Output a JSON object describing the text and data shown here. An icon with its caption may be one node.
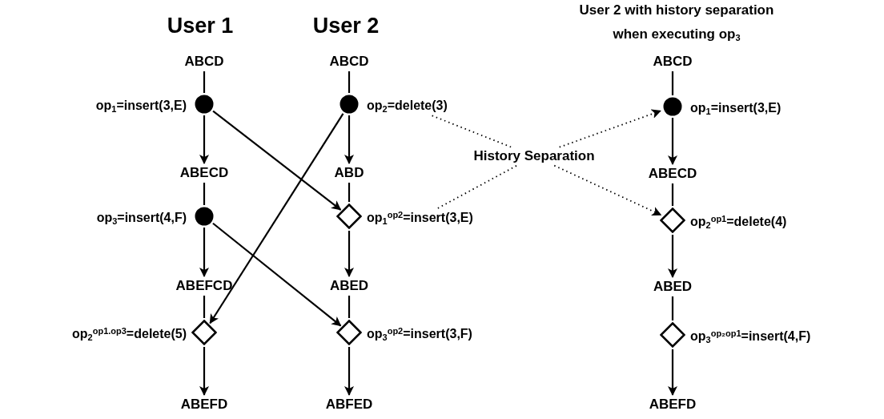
{
  "diagram": {
    "nodes": [
      {
        "text": [
          "ABCD"
        ]
      },
      {
        "text": [],
        "shape": "circle",
        "beside": [
          "op$_{1}$=insert(3,E)"
        ]
      },
      {
        "text": [
          "ABCD"
        ]
      },
      {
        "text": [],
        "shape": "circle",
        "beside": [
          "op$_{2}$=delete(3)"
        ]
      },
      {
        "text": [
          "ABCD"
        ]
      },
      {
        "text": [],
        "shape": "circle",
        "beside": [
          "op$_{1}$=insert(3,E)"
        ]
      },
      {
        "text": [
          "History Separation"
        ]
      },
      {
        "text": [
          "ABECD"
        ]
      },
      {
        "text": [
          "ABD"
        ]
      },
      {
        "text": [
          "ABECD"
        ]
      },
      {
        "text": [],
        "shape": "circle",
        "beside": [
          "op$_{3}$=insert(4,F)"
        ]
      },
      {
        "text": [],
        "shape": "diamond",
        "beside": [
          "op$_{1}$$^{op2}$=insert(3,E)"
        ]
      },
      {
        "text": [],
        "shape": "diamond",
        "beside": [
          "op$_{2}$$^{op1}$=delete(4)"
        ]
      },
      {
        "text": [
          "ABEFCD"
        ]
      },
      {
        "text": [
          "ABED"
        ]
      },
      {
        "text": [
          "ABED"
        ]
      },
      {
        "text": [],
        "shape": "diamond",
        "beside": [
          "op$_{2}$$^{op1.op3}$=delete(5)"
        ]
      },
      {
        "text": [],
        "shape": "diamond",
        "beside": [
          "op$_{3}$$^{op2}$=insert(3,F)"
        ]
      },
      {
        "text": [],
        "shape": "diamond",
        "beside": [
          "op$_{3}$$^{op₂}$$^{op1}$=insert(4,F)"
        ]
      },
      {
        "text": [
          "ABEFD"
        ]
      },
      {
        "text": [
          "ABFED"
        ]
      },
      {
        "text": [
          "ABEFD"
        ]
      }
    ],
    "edges": [
      {
        "from": 0,
        "to": 1,
        "arrow": "none"
      },
      {
        "from": 1,
        "to": 7,
        "arrow": "to"
      },
      {
        "from": 7,
        "to": 10,
        "arrow": "none"
      },
      {
        "from": 10,
        "to": 13,
        "arrow": "to"
      },
      {
        "from": 13,
        "to": 16,
        "arrow": "none"
      },
      {
        "from": 16,
        "to": 19,
        "arrow": "to"
      },
      {
        "from": 2,
        "to": 3,
        "arrow": "none"
      },
      {
        "from": 3,
        "to": 8,
        "arrow": "to"
      },
      {
        "from": 8,
        "to": 11,
        "arrow": "none"
      },
      {
        "from": 11,
        "to": 14,
        "arrow": "to"
      },
      {
        "from": 14,
        "to": 17,
        "arrow": "none"
      },
      {
        "from": 17,
        "to": 20,
        "arrow": "to"
      },
      {
        "from": 4,
        "to": 5,
        "arrow": "none"
      },
      {
        "from": 5,
        "to": 9,
        "arrow": "to"
      },
      {
        "from": 9,
        "to": 12,
        "arrow": "none"
      },
      {
        "from": 12,
        "to": 15,
        "arrow": "to"
      },
      {
        "from": 15,
        "to": 18,
        "arrow": "none"
      },
      {
        "from": 18,
        "to": 21,
        "arrow": "to"
      },
      {
        "from": 1,
        "to": 11,
        "arrow": "to"
      },
      {
        "from": 3,
        "to": 16,
        "arrow": "to"
      },
      {
        "from": 10,
        "to": 17,
        "arrow": "to"
      },
      {
        "from": 6,
        "to": 3,
        "arrow": "none",
        "style": "dashed"
      },
      {
        "from": 6,
        "to": 11,
        "arrow": "none",
        "style": "dashed"
      },
      {
        "from": 6,
        "to": 5,
        "arrow": "to",
        "style": "dashed"
      },
      {
        "from": 6,
        "to": 12,
        "arrow": "to",
        "style": "dashed"
      }
    ],
    "labels": [
      "User 1",
      "User 2",
      "User 2 with history separation when executing op$_{3}$"
    ]
  }
}
